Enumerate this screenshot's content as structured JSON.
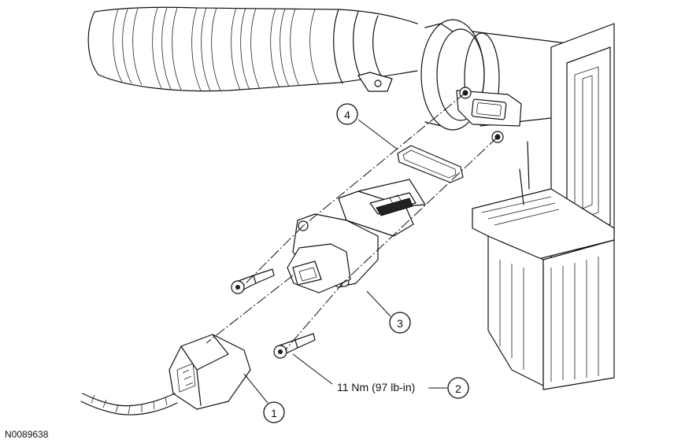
{
  "figure_id": "N0089638",
  "callouts": [
    {
      "number": "1"
    },
    {
      "number": "2"
    },
    {
      "number": "3"
    },
    {
      "number": "4"
    }
  ],
  "torque_spec": "11 Nm (97 lb-in)"
}
